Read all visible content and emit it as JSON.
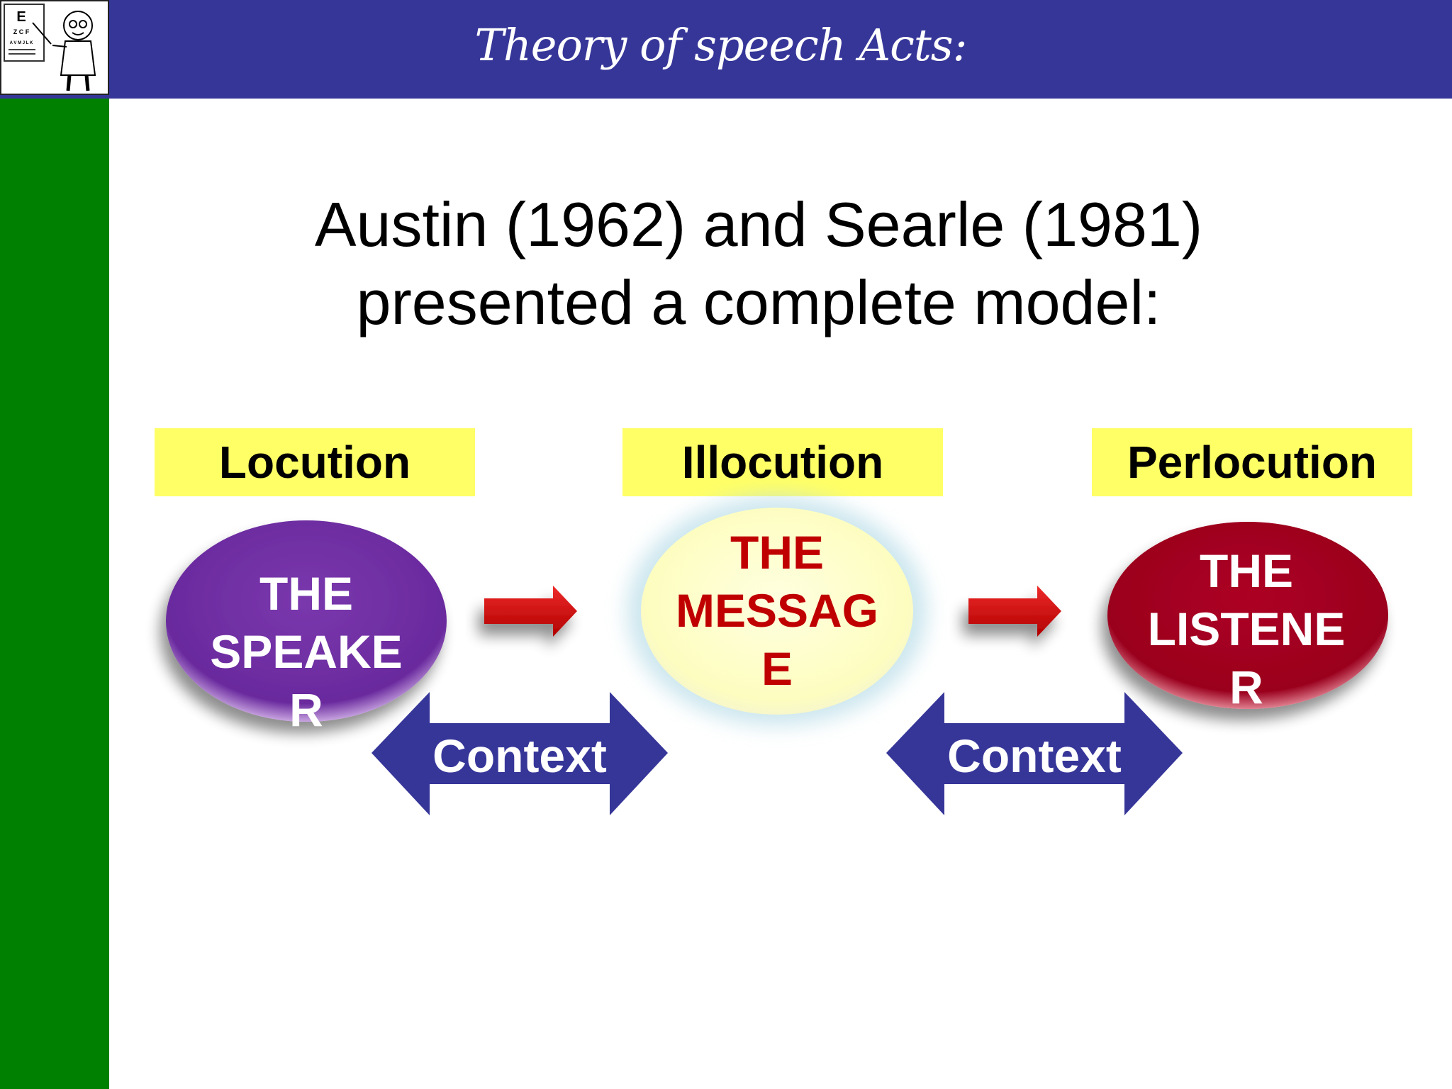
{
  "header": {
    "title": "Theory of speech Acts:",
    "logo": {
      "icon": "eye-chart-teacher-icon",
      "chart_letters": [
        "E",
        "Z C F",
        "A V M J L K"
      ]
    }
  },
  "intro": {
    "line1": "Austin (1962) and Searle (1981)",
    "line2": "presented a complete model:"
  },
  "stages": [
    {
      "label": "Locution"
    },
    {
      "label": "Illocution"
    },
    {
      "label": "Perlocution"
    }
  ],
  "nodes": [
    {
      "lines": [
        "THE",
        "SPEAKE",
        "R"
      ],
      "fill": "#7030a0",
      "text_color": "#ffffff"
    },
    {
      "lines": [
        "THE",
        "MESSAG",
        "E"
      ],
      "fill": "#ffffcc",
      "text_color": "#c00000"
    },
    {
      "lines": [
        "THE",
        "LISTENE",
        "R"
      ],
      "fill": "#a50021",
      "text_color": "#ffffff"
    }
  ],
  "connectors": [
    {
      "icon": "arrow-right-icon",
      "color": "#dd1111"
    },
    {
      "icon": "arrow-right-icon",
      "color": "#dd1111"
    }
  ],
  "contexts": [
    {
      "label": "Context",
      "icon": "double-arrow-icon",
      "color": "#363699"
    },
    {
      "label": "Context",
      "icon": "double-arrow-icon",
      "color": "#363699"
    }
  ],
  "colors": {
    "header_bar": "#363699",
    "side_bar": "#008000",
    "label_bg": "#ffff66"
  }
}
